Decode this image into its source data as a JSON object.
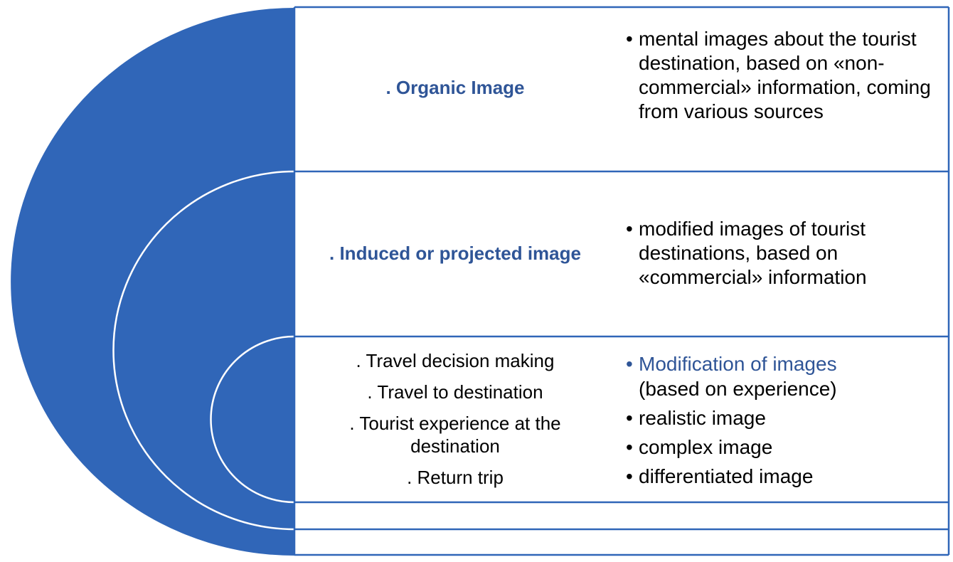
{
  "colors": {
    "primary": "#3066B8",
    "heading": "#2F5597"
  },
  "rows": [
    {
      "heading": ". Organic Image",
      "bullets": [
        {
          "text": "mental images about the tourist destination, based on «non-commercial» information, coming from various sources"
        }
      ]
    },
    {
      "heading": ". Induced or projected image",
      "bullets": [
        {
          "text": "modified images of tourist destinations, based on «commercial» information"
        }
      ]
    },
    {
      "steps": [
        ". Travel decision making",
        ". Travel to destination",
        ". Tourist experience at the destination",
        ". Return trip"
      ],
      "bullets": [
        {
          "text": "Modification of images",
          "sub": "(based on experience)"
        },
        {
          "text": "realistic image"
        },
        {
          "text": "complex image"
        },
        {
          "text": "differentiated image"
        }
      ]
    }
  ],
  "bullet_char": "•"
}
